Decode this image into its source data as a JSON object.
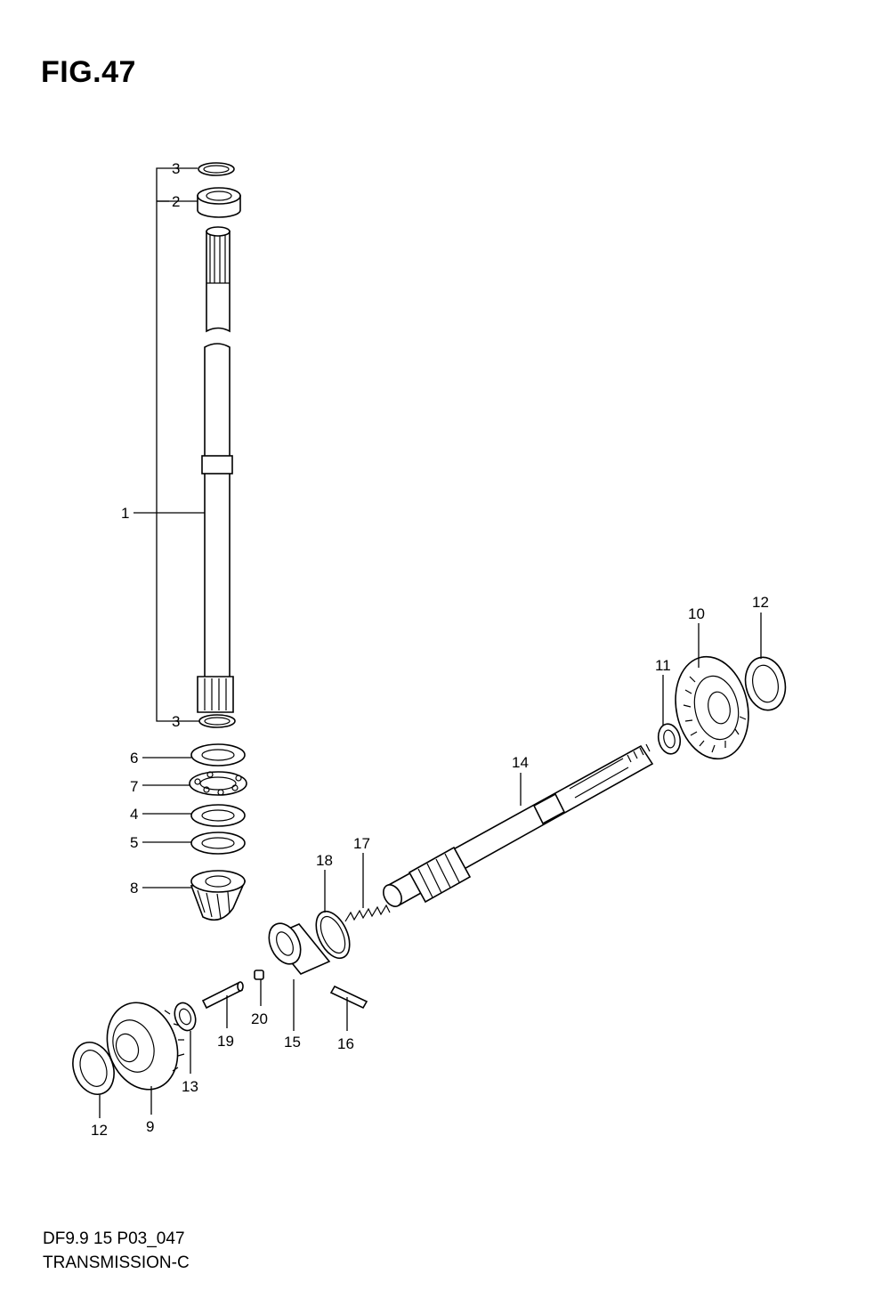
{
  "figure": {
    "title": "FIG.47"
  },
  "footer": {
    "code": "DF9.9 15 P03_047",
    "name": "TRANSMISSION-C"
  },
  "callouts": [
    "1",
    "2",
    "3",
    "3",
    "4",
    "5",
    "6",
    "7",
    "8",
    "9",
    "10",
    "11",
    "12",
    "12",
    "13",
    "14",
    "15",
    "16",
    "17",
    "18",
    "19",
    "20"
  ]
}
